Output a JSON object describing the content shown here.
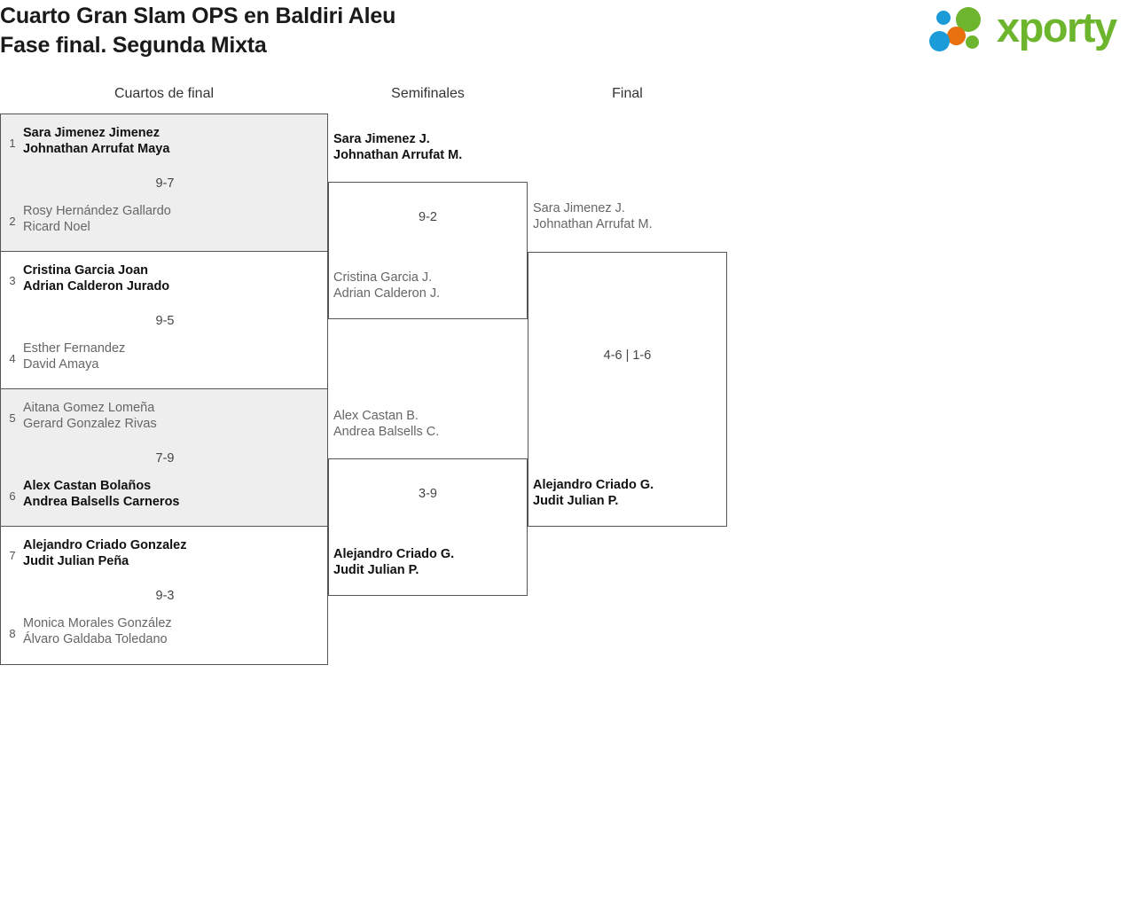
{
  "title": {
    "line1": "Cuarto Gran Slam OPS en Baldiri Aleu",
    "line2": "Fase final. Segunda Mixta"
  },
  "brand": {
    "wordmark": "xporty",
    "colors": {
      "green": "#6cb52d",
      "blue": "#1b9cd8",
      "orange": "#e8700f"
    }
  },
  "rounds": {
    "quarterfinals_label": "Cuartos de final",
    "semifinals_label": "Semifinales",
    "final_label": "Final"
  },
  "quarterfinals": [
    {
      "score": "9-7",
      "top": {
        "seed": "1",
        "player1": "Sara Jimenez Jimenez",
        "player2": "Johnathan Arrufat Maya",
        "result": "winner"
      },
      "bottom": {
        "seed": "2",
        "player1": "Rosy Hernández Gallardo",
        "player2": "Ricard Noel",
        "result": "loser"
      }
    },
    {
      "score": "9-5",
      "top": {
        "seed": "3",
        "player1": "Cristina Garcia Joan",
        "player2": "Adrian Calderon Jurado",
        "result": "winner"
      },
      "bottom": {
        "seed": "4",
        "player1": "Esther Fernandez",
        "player2": "David Amaya",
        "result": "loser"
      }
    },
    {
      "score": "7-9",
      "top": {
        "seed": "5",
        "player1": "Aitana Gomez Lomeña",
        "player2": "Gerard Gonzalez Rivas",
        "result": "loser"
      },
      "bottom": {
        "seed": "6",
        "player1": "Alex Castan Bolaños",
        "player2": "Andrea Balsells Carneros",
        "result": "winner"
      }
    },
    {
      "score": "9-3",
      "top": {
        "seed": "7",
        "player1": "Alejandro Criado Gonzalez",
        "player2": "Judit Julian Peña",
        "result": "winner"
      },
      "bottom": {
        "seed": "8",
        "player1": "Monica Morales González",
        "player2": "Álvaro Galdaba Toledano",
        "result": "loser"
      }
    }
  ],
  "semifinals": [
    {
      "score": "9-2",
      "top": {
        "player1": "Sara Jimenez J.",
        "player2": "Johnathan Arrufat M.",
        "result": "winner"
      },
      "bottom": {
        "player1": "Cristina Garcia J.",
        "player2": "Adrian Calderon J.",
        "result": "loser"
      }
    },
    {
      "score": "3-9",
      "top": {
        "player1": "Alex Castan B.",
        "player2": "Andrea Balsells C.",
        "result": "loser"
      },
      "bottom": {
        "player1": "Alejandro Criado G.",
        "player2": "Judit Julian P.",
        "result": "winner"
      }
    }
  ],
  "final": {
    "score": "4-6 | 1-6",
    "top": {
      "player1": "Sara Jimenez J.",
      "player2": "Johnathan Arrufat M.",
      "result": "loser"
    },
    "bottom": {
      "player1": "Alejandro Criado G.",
      "player2": "Judit Julian P.",
      "result": "winner"
    }
  }
}
